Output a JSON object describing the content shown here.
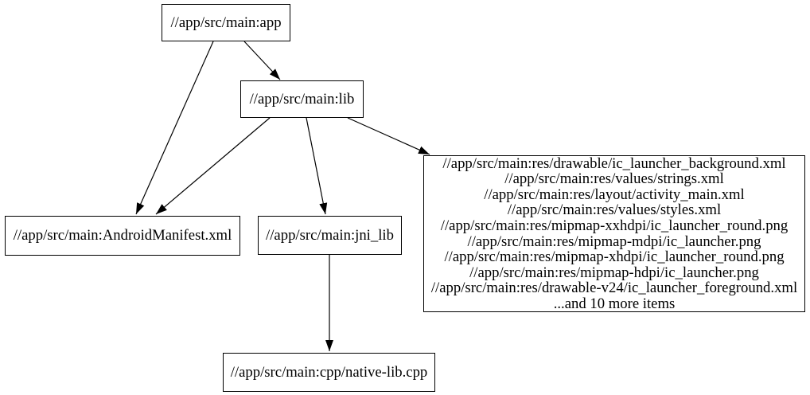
{
  "diagram": {
    "type": "dependency-graph",
    "colors": {
      "background": "#ffffff",
      "node_fill": "#ffffff",
      "node_border": "#000000",
      "edge": "#000000",
      "text": "#000000"
    },
    "nodes": {
      "app": {
        "label": "//app/src/main:app"
      },
      "lib": {
        "label": "//app/src/main:lib"
      },
      "manifest": {
        "label": "//app/src/main:AndroidManifest.xml"
      },
      "jni_lib": {
        "label": "//app/src/main:jni_lib"
      },
      "native": {
        "label": "//app/src/main:cpp/native-lib.cpp"
      },
      "resources": {
        "lines": [
          "//app/src/main:res/drawable/ic_launcher_background.xml",
          "//app/src/main:res/values/strings.xml",
          "//app/src/main:res/layout/activity_main.xml",
          "//app/src/main:res/values/styles.xml",
          "//app/src/main:res/mipmap-xxhdpi/ic_launcher_round.png",
          "//app/src/main:res/mipmap-mdpi/ic_launcher.png",
          "//app/src/main:res/mipmap-xhdpi/ic_launcher_round.png",
          "//app/src/main:res/mipmap-hdpi/ic_launcher.png",
          "//app/src/main:res/drawable-v24/ic_launcher_foreground.xml",
          "...and 10 more items"
        ]
      }
    },
    "edges": [
      {
        "from": "app",
        "to": "manifest"
      },
      {
        "from": "app",
        "to": "lib"
      },
      {
        "from": "lib",
        "to": "manifest"
      },
      {
        "from": "lib",
        "to": "jni_lib"
      },
      {
        "from": "lib",
        "to": "resources"
      },
      {
        "from": "jni_lib",
        "to": "native"
      }
    ]
  }
}
